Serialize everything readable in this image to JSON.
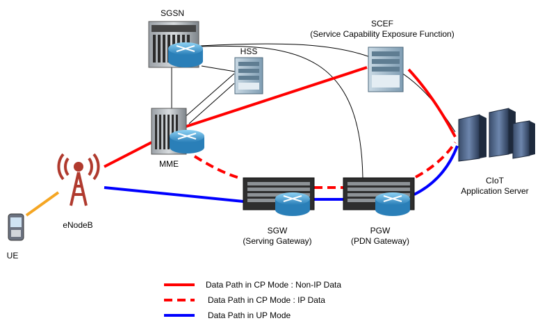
{
  "nodes": {
    "sgsn": {
      "label": "SGSN"
    },
    "hss": {
      "label": "HSS"
    },
    "scef": {
      "label": "SCEF",
      "sublabel": "(Service Capability Exposure Function)"
    },
    "mme": {
      "label": "MME"
    },
    "enodeb": {
      "label": "eNodeB"
    },
    "ue": {
      "label": "UE"
    },
    "sgw": {
      "label": "SGW",
      "sublabel": "(Serving Gateway)"
    },
    "pgw": {
      "label": "PGW",
      "sublabel": "(PDN Gateway)"
    },
    "ciot": {
      "label": "CIoT",
      "sublabel": "Application Server"
    }
  },
  "legend": [
    {
      "label": "Data Path in CP Mode : Non-IP Data",
      "color": "#ff0000",
      "style": "solid"
    },
    {
      "label": "Data Path in CP Mode : IP Data",
      "color": "#ff0000",
      "style": "dashed"
    },
    {
      "label": "Data Path in UP Mode",
      "color": "#0000ff",
      "style": "solid"
    }
  ],
  "colors": {
    "cp_path": "#ff0000",
    "up_path": "#0000ff",
    "radio_link": "#f5a623",
    "signaling": "#000000",
    "antenna": "#b03a2e",
    "router": "#4aa8d8"
  }
}
